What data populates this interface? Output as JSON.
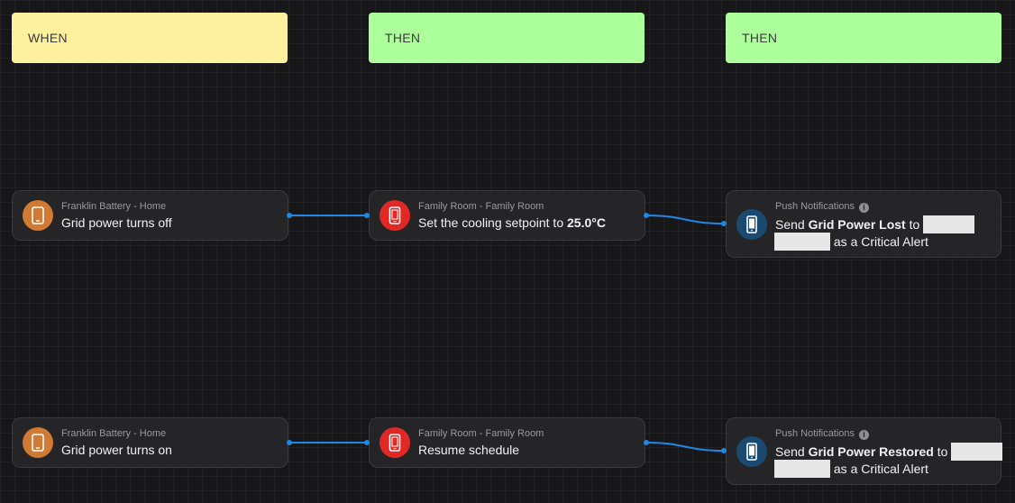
{
  "columns": [
    {
      "label": "WHEN"
    },
    {
      "label": "THEN"
    },
    {
      "label": "THEN"
    }
  ],
  "rows": [
    {
      "trigger": {
        "device": "Franklin Battery - Home",
        "text": "Grid power turns off",
        "icon": "tablet-icon"
      },
      "action": {
        "device": "Family Room - Family Room",
        "text_prefix": "Set the cooling setpoint to ",
        "text_bold": "25.0°C",
        "icon": "phone-icon"
      },
      "notify": {
        "device": "Push Notifications",
        "text_prefix": "Send ",
        "text_bold": "Grid Power Lost",
        "text_to": " to",
        "text_suffix": "as a Critical Alert",
        "icon": "mobile-icon"
      }
    },
    {
      "trigger": {
        "device": "Franklin Battery - Home",
        "text": "Grid power turns on",
        "icon": "tablet-icon"
      },
      "action": {
        "device": "Family Room - Family Room",
        "text": "Resume schedule",
        "icon": "phone-icon"
      },
      "notify": {
        "device": "Push Notifications",
        "text_prefix": "Send ",
        "text_bold": "Grid Power Restored",
        "text_to": " to",
        "text_suffix": "as a Critical Alert",
        "icon": "mobile-icon"
      }
    }
  ],
  "colors": {
    "background": "#17171a",
    "when_header": "#fff09d",
    "then_header": "#adff9b",
    "wire": "#1e88e5",
    "trigger_icon": "#d17a33",
    "action_icon": "#e02926",
    "notify_icon": "#1b4a70"
  }
}
